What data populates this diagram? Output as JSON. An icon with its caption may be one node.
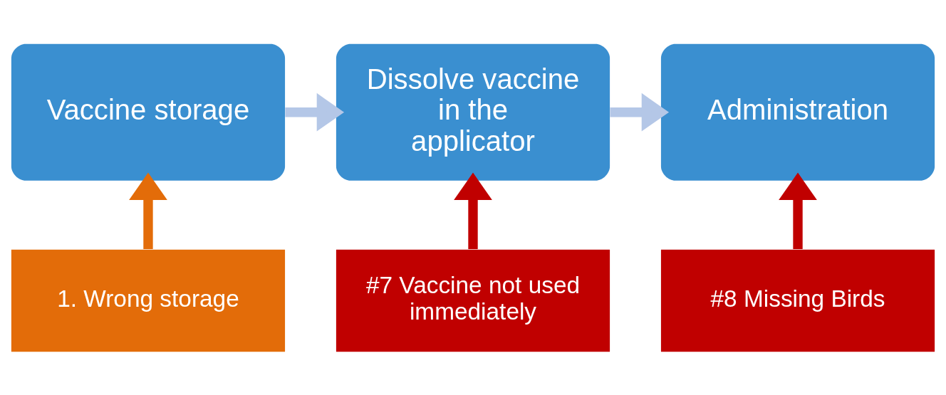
{
  "diagram": {
    "nodes": [
      {
        "text": [
          "Vaccine storage"
        ]
      },
      {
        "text": [
          "Dissolve vaccine in the applicator"
        ]
      },
      {
        "text": [
          "Administration"
        ]
      },
      {
        "text": [
          "1. Wrong storage"
        ]
      },
      {
        "text": [
          "#7 Vaccine not used immediately"
        ]
      },
      {
        "text": [
          "#8 Missing Birds"
        ]
      }
    ],
    "edges": [
      {
        "from": 0,
        "to": 1,
        "arrow": "to",
        "color": "#b4c7e7"
      },
      {
        "from": 1,
        "to": 2,
        "arrow": "to",
        "color": "#b4c7e7"
      },
      {
        "from": 3,
        "to": 0,
        "arrow": "to",
        "color": "#e36c09"
      },
      {
        "from": 4,
        "to": 1,
        "arrow": "to",
        "color": "#c00000"
      },
      {
        "from": 5,
        "to": 2,
        "arrow": "to",
        "color": "#c00000"
      }
    ]
  }
}
